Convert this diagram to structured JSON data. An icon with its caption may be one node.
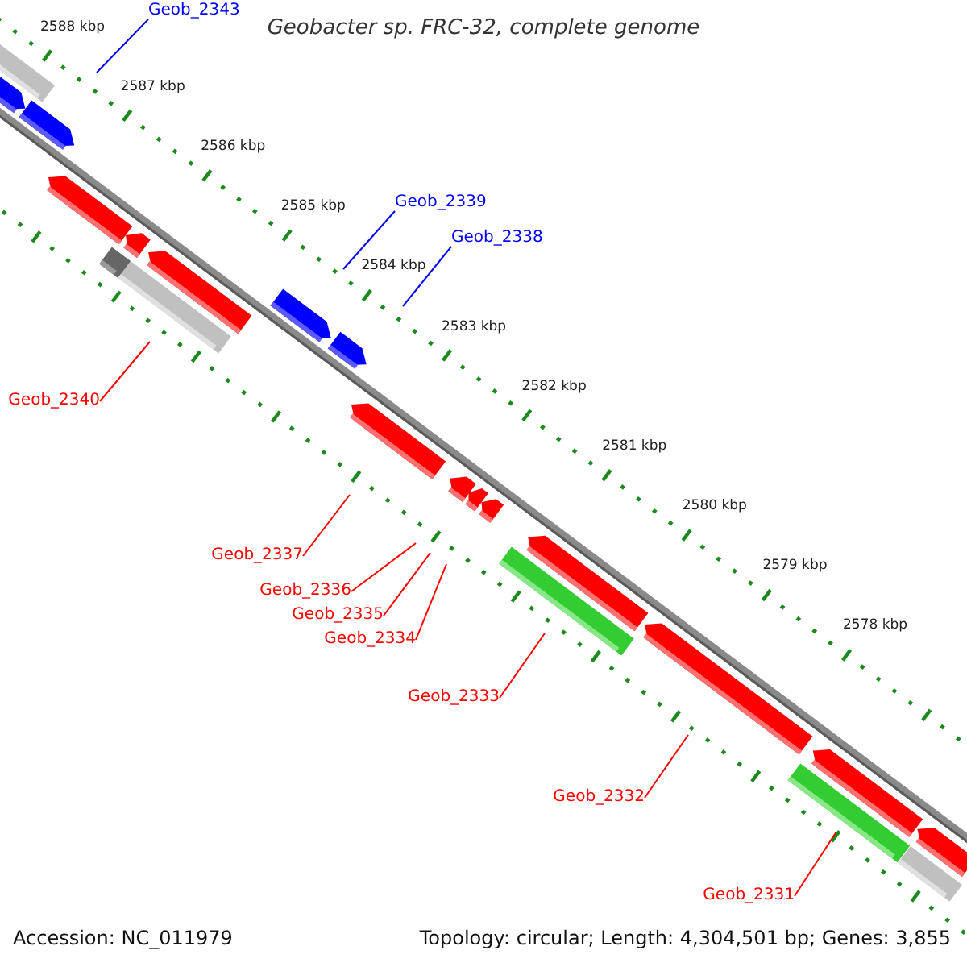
{
  "diagram": {
    "title": "Geobacter sp. FRC-32, complete genome",
    "nodes": [
      {
        "text": [
          "Geob_2343"
        ]
      },
      {
        "text": [
          "Geob_2339"
        ]
      },
      {
        "text": [
          "Geob_2338"
        ]
      },
      {
        "text": [
          "Geob_2340"
        ]
      },
      {
        "text": [
          "Geob_2337"
        ]
      },
      {
        "text": [
          "Geob_2336"
        ]
      },
      {
        "text": [
          "Geob_2335"
        ]
      },
      {
        "text": [
          "Geob_2334"
        ]
      },
      {
        "text": [
          "Geob_2333"
        ]
      },
      {
        "text": [
          "Geob_2332"
        ]
      },
      {
        "text": [
          "Geob_2331"
        ]
      }
    ],
    "edges": [
      {
        "from": 0,
        "to": null,
        "arrow": "none",
        "color": "#0000ff"
      },
      {
        "from": 1,
        "to": null,
        "arrow": "none",
        "color": "#0000ff"
      },
      {
        "from": 2,
        "to": null,
        "arrow": "none",
        "color": "#0000ff"
      },
      {
        "from": 3,
        "to": null,
        "arrow": "none"
      },
      {
        "from": 4,
        "to": null,
        "arrow": "none"
      },
      {
        "from": 5,
        "to": null,
        "arrow": "none"
      },
      {
        "from": 6,
        "to": null,
        "arrow": "none"
      },
      {
        "from": 7,
        "to": null,
        "arrow": "none"
      },
      {
        "from": 8,
        "to": null,
        "arrow": "none"
      },
      {
        "from": 9,
        "to": null,
        "arrow": "none"
      },
      {
        "from": 10,
        "to": null,
        "arrow": "none"
      }
    ],
    "labels": [
      "2588 kbp",
      "2587 kbp",
      "2586 kbp",
      "2585 kbp",
      "2584 kbp",
      "2583 kbp",
      "2582 kbp",
      "2581 kbp",
      "2580 kbp",
      "2579 kbp",
      "2578 kbp",
      "Accession: NC_011979",
      "Topology: circular; Length: 4,304,501 bp; Genes: 3,855"
    ]
  }
}
